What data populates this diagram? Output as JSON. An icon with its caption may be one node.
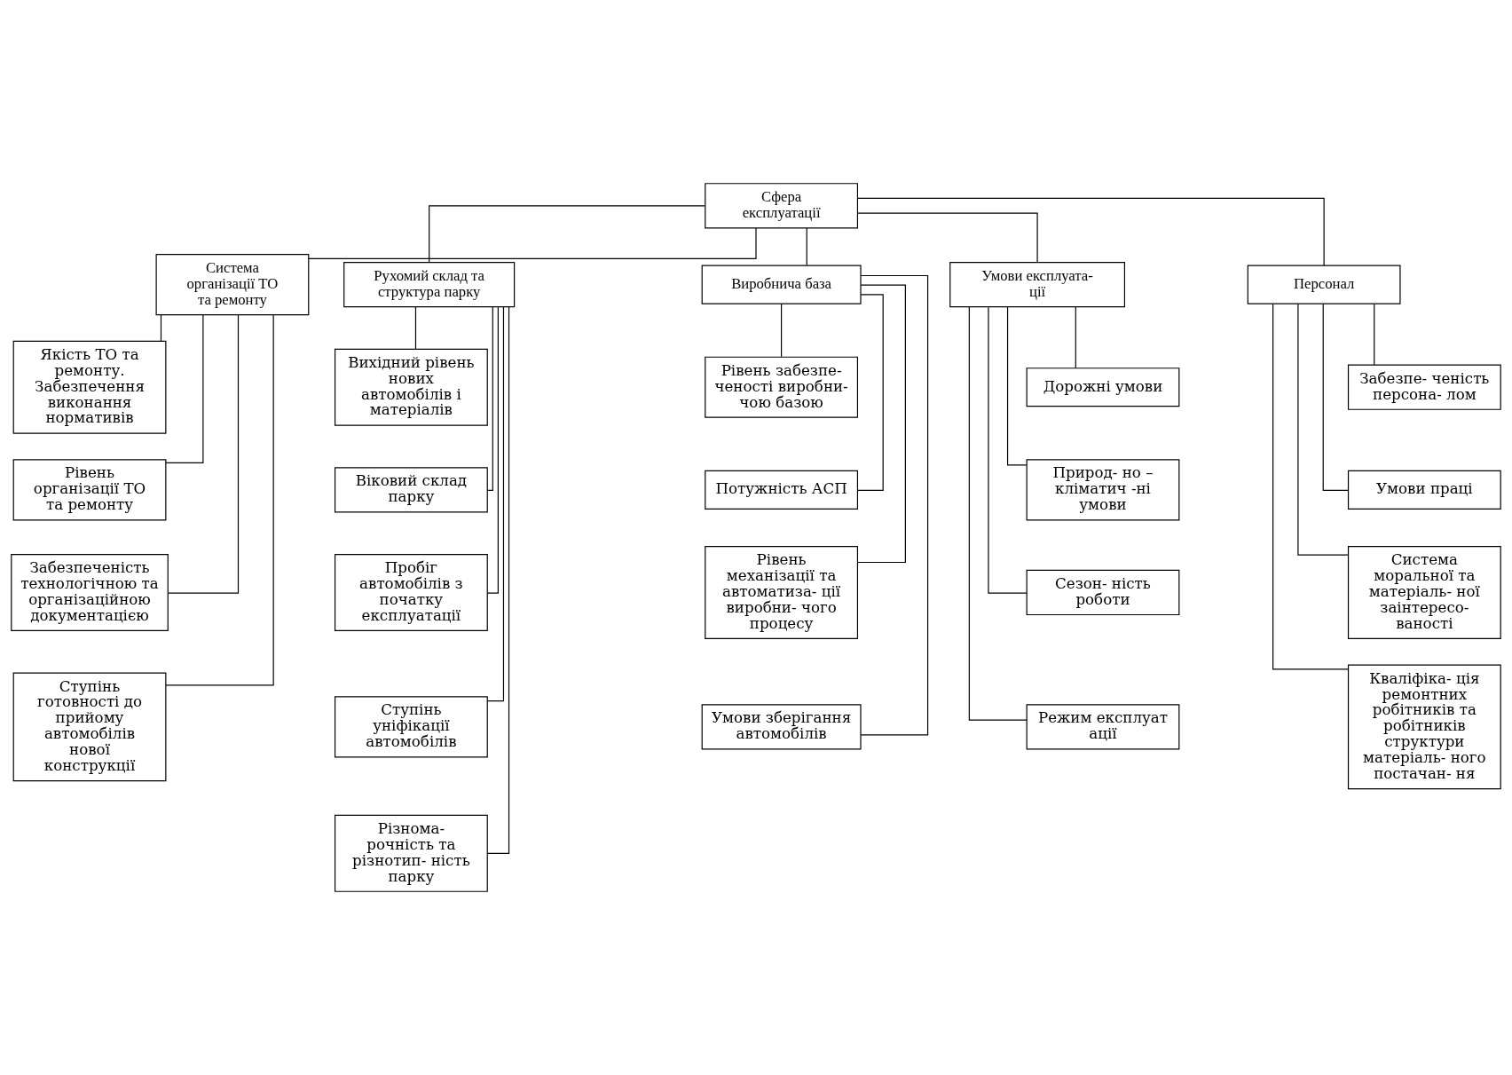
{
  "diagram": {
    "nodes": [
      {
        "text": [
          "Сфера експлуатації"
        ]
      },
      {
        "text": [
          "Система організації ТО та ремонту"
        ]
      },
      {
        "text": [
          "Рухомий склад та структура парку"
        ]
      },
      {
        "text": [
          "Виробнича база"
        ]
      },
      {
        "text": [
          "Умови експлуата- ції"
        ]
      },
      {
        "text": [
          "Персонал"
        ]
      },
      {
        "text": [
          "Якість ТО та ремонту. Забезпечення виконання нормативів"
        ]
      },
      {
        "text": [
          "Рівень організації ТО та ремонту"
        ]
      },
      {
        "text": [
          "Забезпеченість технологічною та організаційною документацією"
        ]
      },
      {
        "text": [
          "Ступінь готовності до прийому автомобілів нової конструкції"
        ]
      },
      {
        "text": [
          "Вихідний рівень нових автомобілів і матеріалів"
        ]
      },
      {
        "text": [
          "Віковий склад парку"
        ]
      },
      {
        "text": [
          "Пробіг автомобілів з початку експлуатації"
        ]
      },
      {
        "text": [
          "Ступінь уніфікації автомобілів"
        ]
      },
      {
        "text": [
          "Різнома- рочність та різнотип- ність парку"
        ]
      },
      {
        "text": [
          "Рівень забезпе- ченості виробни- чою базою"
        ]
      },
      {
        "text": [
          "Потужність АСП"
        ]
      },
      {
        "text": [
          "Рівень механізації та автоматиза- ції виробни- чого процесу"
        ]
      },
      {
        "text": [
          "Умови зберігання автомобілів"
        ]
      },
      {
        "text": [
          "Дорожні умови"
        ]
      },
      {
        "text": [
          "Природ- но – кліматич -ні умови"
        ]
      },
      {
        "text": [
          "Сезон- ність роботи"
        ]
      },
      {
        "text": [
          "Режим експлуат ації"
        ]
      },
      {
        "text": [
          "Забезпе- ченість персона- лом"
        ]
      },
      {
        "text": [
          "Умови праці"
        ]
      },
      {
        "text": [
          "Система моральної та матеріаль- ної заінтересо- ваності"
        ]
      },
      {
        "text": [
          "Кваліфіка- ція ремонтних робітників та робітників структури матеріаль- ного постачан- ня"
        ]
      }
    ],
    "edges": [
      {
        "from": 0,
        "to": 1,
        "arrow": "none"
      },
      {
        "from": 0,
        "to": 2,
        "arrow": "none"
      },
      {
        "from": 0,
        "to": 3,
        "arrow": "none"
      },
      {
        "from": 0,
        "to": 4,
        "arrow": "none"
      },
      {
        "from": 0,
        "to": 5,
        "arrow": "none"
      },
      {
        "from": 1,
        "to": 6,
        "arrow": "none"
      },
      {
        "from": 1,
        "to": 7,
        "arrow": "none"
      },
      {
        "from": 1,
        "to": 8,
        "arrow": "none"
      },
      {
        "from": 1,
        "to": 9,
        "arrow": "none"
      },
      {
        "from": 2,
        "to": 10,
        "arrow": "none"
      },
      {
        "from": 2,
        "to": 11,
        "arrow": "none"
      },
      {
        "from": 2,
        "to": 12,
        "arrow": "none"
      },
      {
        "from": 2,
        "to": 13,
        "arrow": "none"
      },
      {
        "from": 2,
        "to": 14,
        "arrow": "none"
      },
      {
        "from": 3,
        "to": 15,
        "arrow": "none"
      },
      {
        "from": 3,
        "to": 16,
        "arrow": "none"
      },
      {
        "from": 3,
        "to": 17,
        "arrow": "none"
      },
      {
        "from": 3,
        "to": 18,
        "arrow": "none"
      },
      {
        "from": 4,
        "to": 19,
        "arrow": "none"
      },
      {
        "from": 4,
        "to": 20,
        "arrow": "none"
      },
      {
        "from": 4,
        "to": 21,
        "arrow": "none"
      },
      {
        "from": 4,
        "to": 22,
        "arrow": "none"
      },
      {
        "from": 5,
        "to": 23,
        "arrow": "none"
      },
      {
        "from": 5,
        "to": 24,
        "arrow": "none"
      },
      {
        "from": 5,
        "to": 25,
        "arrow": "none"
      },
      {
        "from": 5,
        "to": 26,
        "arrow": "none"
      }
    ]
  }
}
